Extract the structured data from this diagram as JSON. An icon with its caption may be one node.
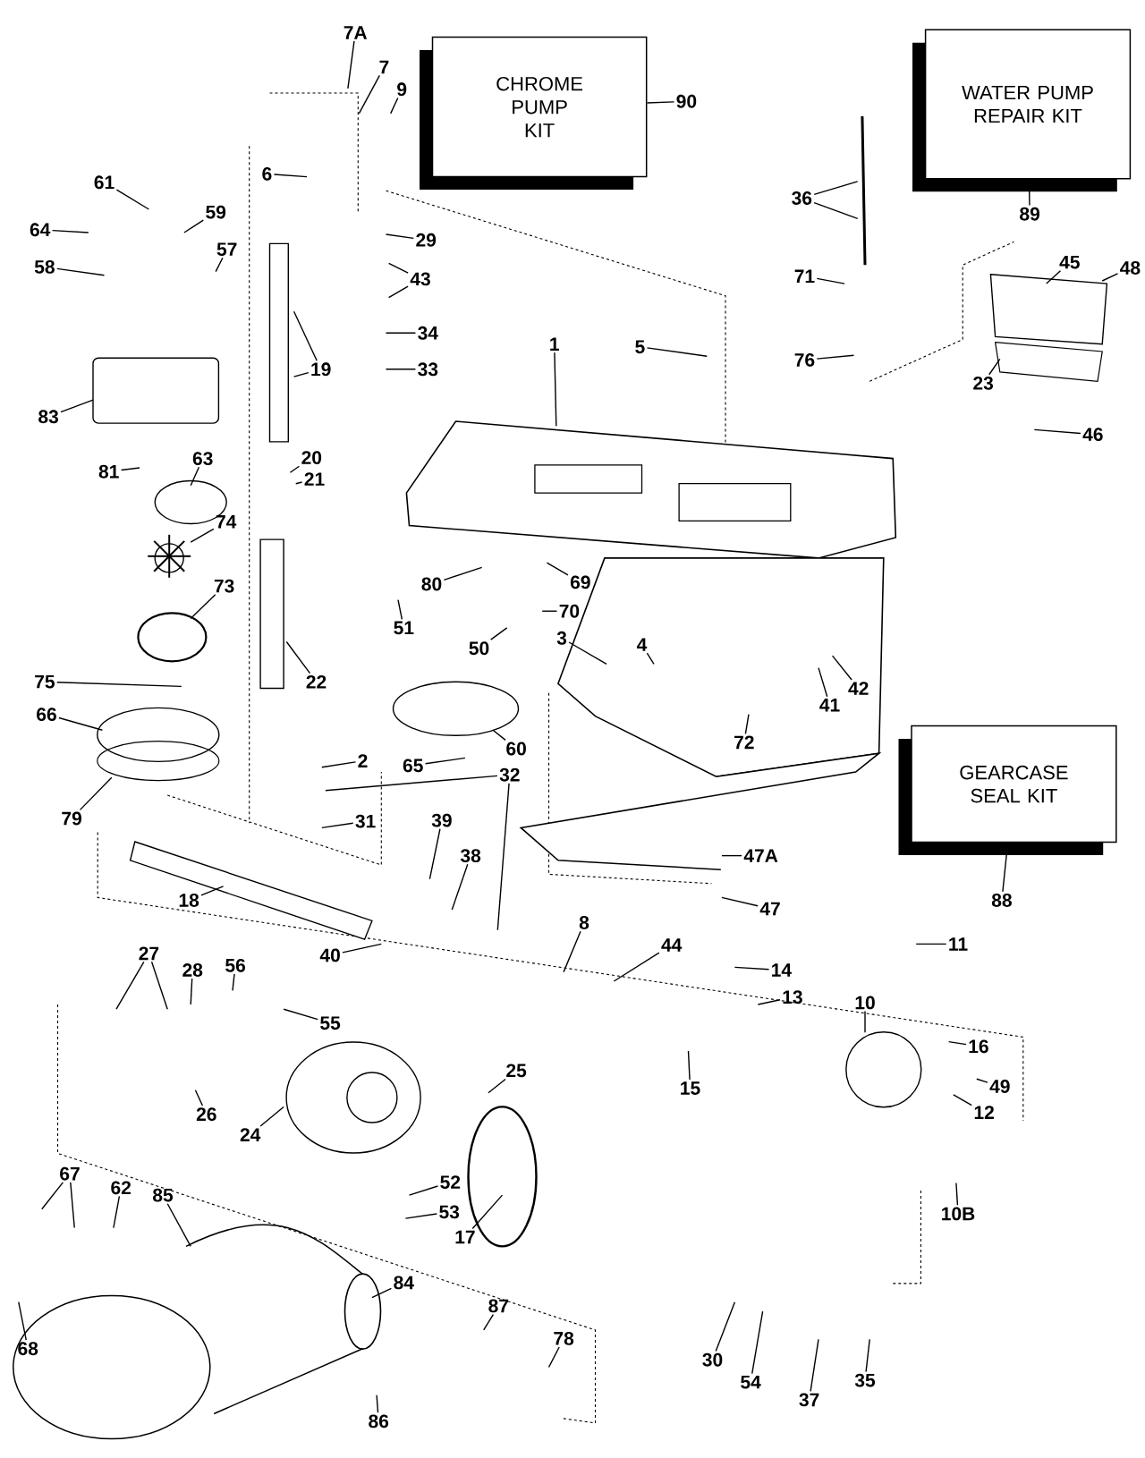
{
  "diagram": {
    "nodes": [
      {
        "text": [
          "CHROME PUMP KIT"
        ]
      },
      {
        "text": [
          "WATER PUMP REPAIR KIT"
        ]
      },
      {
        "text": [
          "GEARCASE SEAL KIT"
        ]
      },
      {
        "text": [
          "7A"
        ]
      },
      {
        "text": [
          "7"
        ]
      },
      {
        "text": [
          "9"
        ]
      },
      {
        "text": [
          "90"
        ]
      },
      {
        "text": [
          "61"
        ]
      },
      {
        "text": [
          "6"
        ]
      },
      {
        "text": [
          "64"
        ]
      },
      {
        "text": [
          "59"
        ]
      },
      {
        "text": [
          "29"
        ]
      },
      {
        "text": [
          "57"
        ]
      },
      {
        "text": [
          "58"
        ]
      },
      {
        "text": [
          "43"
        ]
      },
      {
        "text": [
          "34"
        ]
      },
      {
        "text": [
          "36"
        ]
      },
      {
        "text": [
          "89"
        ]
      },
      {
        "text": [
          "71"
        ]
      },
      {
        "text": [
          "45"
        ]
      },
      {
        "text": [
          "48"
        ]
      },
      {
        "text": [
          "1"
        ]
      },
      {
        "text": [
          "5"
        ]
      },
      {
        "text": [
          "76"
        ]
      },
      {
        "text": [
          "33"
        ]
      },
      {
        "text": [
          "19"
        ]
      },
      {
        "text": [
          "83"
        ]
      },
      {
        "text": [
          "23"
        ]
      },
      {
        "text": [
          "46"
        ]
      },
      {
        "text": [
          "20"
        ]
      },
      {
        "text": [
          "81"
        ]
      },
      {
        "text": [
          "63"
        ]
      },
      {
        "text": [
          "21"
        ]
      },
      {
        "text": [
          "74"
        ]
      },
      {
        "text": [
          "51"
        ]
      },
      {
        "text": [
          "80"
        ]
      },
      {
        "text": [
          "69"
        ]
      },
      {
        "text": [
          "70"
        ]
      },
      {
        "text": [
          "73"
        ]
      },
      {
        "text": [
          "50"
        ]
      },
      {
        "text": [
          "3"
        ]
      },
      {
        "text": [
          "4"
        ]
      },
      {
        "text": [
          "22"
        ]
      },
      {
        "text": [
          "75"
        ]
      },
      {
        "text": [
          "42"
        ]
      },
      {
        "text": [
          "41"
        ]
      },
      {
        "text": [
          "66"
        ]
      },
      {
        "text": [
          "72"
        ]
      },
      {
        "text": [
          "60"
        ]
      },
      {
        "text": [
          "2"
        ]
      },
      {
        "text": [
          "65"
        ]
      },
      {
        "text": [
          "32"
        ]
      },
      {
        "text": [
          "79"
        ]
      },
      {
        "text": [
          "31"
        ]
      },
      {
        "text": [
          "39"
        ]
      },
      {
        "text": [
          "47A"
        ]
      },
      {
        "text": [
          "38"
        ]
      },
      {
        "text": [
          "88"
        ]
      },
      {
        "text": [
          "18"
        ]
      },
      {
        "text": [
          "47"
        ]
      },
      {
        "text": [
          "8"
        ]
      },
      {
        "text": [
          "11"
        ]
      },
      {
        "text": [
          "44"
        ]
      },
      {
        "text": [
          "27"
        ]
      },
      {
        "text": [
          "40"
        ]
      },
      {
        "text": [
          "56"
        ]
      },
      {
        "text": [
          "14"
        ]
      },
      {
        "text": [
          "28"
        ]
      },
      {
        "text": [
          "13"
        ]
      },
      {
        "text": [
          "10"
        ]
      },
      {
        "text": [
          "55"
        ]
      },
      {
        "text": [
          "16"
        ]
      },
      {
        "text": [
          "25"
        ]
      },
      {
        "text": [
          "49"
        ]
      },
      {
        "text": [
          "15"
        ]
      },
      {
        "text": [
          "12"
        ]
      },
      {
        "text": [
          "26"
        ]
      },
      {
        "text": [
          "24"
        ]
      },
      {
        "text": [
          "67"
        ]
      },
      {
        "text": [
          "52"
        ]
      },
      {
        "text": [
          "62"
        ]
      },
      {
        "text": [
          "85"
        ]
      },
      {
        "text": [
          "53"
        ]
      },
      {
        "text": [
          "10B"
        ]
      },
      {
        "text": [
          "17"
        ]
      },
      {
        "text": [
          "84"
        ]
      },
      {
        "text": [
          "87"
        ]
      },
      {
        "text": [
          "78"
        ]
      },
      {
        "text": [
          "68"
        ]
      },
      {
        "text": [
          "30"
        ]
      },
      {
        "text": [
          "35"
        ]
      },
      {
        "text": [
          "54"
        ]
      },
      {
        "text": [
          "37"
        ]
      },
      {
        "text": [
          "86"
        ]
      }
    ],
    "edges": [
      {
        "from": 3,
        "to": null,
        "arrow": "none"
      },
      {
        "from": 4,
        "to": null,
        "arrow": "none"
      },
      {
        "from": 5,
        "to": null,
        "arrow": "none"
      },
      {
        "from": 6,
        "to": 0,
        "arrow": "none"
      },
      {
        "from": 7,
        "to": null,
        "arrow": "none"
      },
      {
        "from": 8,
        "to": null,
        "arrow": "none"
      },
      {
        "from": 9,
        "to": null,
        "arrow": "none"
      },
      {
        "from": 10,
        "to": null,
        "arrow": "none"
      },
      {
        "from": 11,
        "to": null,
        "arrow": "none"
      },
      {
        "from": 12,
        "to": null,
        "arrow": "none"
      },
      {
        "from": 13,
        "to": null,
        "arrow": "none"
      },
      {
        "from": 14,
        "to": null,
        "arrow": "none"
      },
      {
        "from": 14,
        "to": null,
        "arrow": "none"
      },
      {
        "from": 15,
        "to": null,
        "arrow": "none"
      },
      {
        "from": 16,
        "to": null,
        "arrow": "none"
      },
      {
        "from": 16,
        "to": null,
        "arrow": "none"
      },
      {
        "from": 17,
        "to": 1,
        "arrow": "none"
      },
      {
        "from": 18,
        "to": null,
        "arrow": "none"
      },
      {
        "from": 19,
        "to": null,
        "arrow": "none"
      },
      {
        "from": 20,
        "to": null,
        "arrow": "none"
      },
      {
        "from": 21,
        "to": null,
        "arrow": "none"
      },
      {
        "from": 22,
        "to": null,
        "arrow": "none"
      },
      {
        "from": 23,
        "to": null,
        "arrow": "none"
      },
      {
        "from": 24,
        "to": null,
        "arrow": "none"
      },
      {
        "from": 25,
        "to": null,
        "arrow": "none"
      },
      {
        "from": 25,
        "to": null,
        "arrow": "none"
      },
      {
        "from": 26,
        "to": null,
        "arrow": "none"
      },
      {
        "from": 27,
        "to": null,
        "arrow": "none"
      },
      {
        "from": 28,
        "to": null,
        "arrow": "none"
      },
      {
        "from": 29,
        "to": null,
        "arrow": "none"
      },
      {
        "from": 30,
        "to": null,
        "arrow": "none"
      },
      {
        "from": 31,
        "to": null,
        "arrow": "none"
      },
      {
        "from": 32,
        "to": null,
        "arrow": "none"
      },
      {
        "from": 33,
        "to": null,
        "arrow": "none"
      },
      {
        "from": 34,
        "to": null,
        "arrow": "none"
      },
      {
        "from": 35,
        "to": null,
        "arrow": "none"
      },
      {
        "from": 36,
        "to": null,
        "arrow": "none"
      },
      {
        "from": 37,
        "to": null,
        "arrow": "none"
      },
      {
        "from": 38,
        "to": null,
        "arrow": "none"
      },
      {
        "from": 39,
        "to": null,
        "arrow": "none"
      },
      {
        "from": 40,
        "to": null,
        "arrow": "none"
      },
      {
        "from": 41,
        "to": null,
        "arrow": "none"
      },
      {
        "from": 42,
        "to": null,
        "arrow": "none"
      },
      {
        "from": 43,
        "to": null,
        "arrow": "none"
      },
      {
        "from": 44,
        "to": null,
        "arrow": "none"
      },
      {
        "from": 45,
        "to": null,
        "arrow": "none"
      },
      {
        "from": 46,
        "to": null,
        "arrow": "none"
      },
      {
        "from": 47,
        "to": null,
        "arrow": "none"
      },
      {
        "from": 48,
        "to": null,
        "arrow": "none"
      },
      {
        "from": 49,
        "to": null,
        "arrow": "none"
      },
      {
        "from": 50,
        "to": null,
        "arrow": "none"
      },
      {
        "from": 51,
        "to": null,
        "arrow": "none"
      },
      {
        "from": 51,
        "to": null,
        "arrow": "none"
      },
      {
        "from": 52,
        "to": null,
        "arrow": "none"
      },
      {
        "from": 53,
        "to": null,
        "arrow": "none"
      },
      {
        "from": 54,
        "to": null,
        "arrow": "none"
      },
      {
        "from": 55,
        "to": null,
        "arrow": "none"
      },
      {
        "from": 56,
        "to": null,
        "arrow": "none"
      },
      {
        "from": 57,
        "to": 2,
        "arrow": "none"
      },
      {
        "from": 58,
        "to": null,
        "arrow": "none"
      },
      {
        "from": 59,
        "to": null,
        "arrow": "none"
      },
      {
        "from": 60,
        "to": null,
        "arrow": "none"
      },
      {
        "from": 61,
        "to": null,
        "arrow": "none"
      },
      {
        "from": 62,
        "to": null,
        "arrow": "none"
      },
      {
        "from": 63,
        "to": null,
        "arrow": "none"
      },
      {
        "from": 63,
        "to": null,
        "arrow": "none"
      },
      {
        "from": 64,
        "to": null,
        "arrow": "none"
      },
      {
        "from": 65,
        "to": null,
        "arrow": "none"
      },
      {
        "from": 66,
        "to": null,
        "arrow": "none"
      },
      {
        "from": 67,
        "to": null,
        "arrow": "none"
      },
      {
        "from": 68,
        "to": null,
        "arrow": "none"
      },
      {
        "from": 69,
        "to": null,
        "arrow": "none"
      },
      {
        "from": 70,
        "to": null,
        "arrow": "none"
      },
      {
        "from": 71,
        "to": null,
        "arrow": "none"
      },
      {
        "from": 72,
        "to": null,
        "arrow": "none"
      },
      {
        "from": 73,
        "to": null,
        "arrow": "none"
      },
      {
        "from": 74,
        "to": null,
        "arrow": "none"
      },
      {
        "from": 75,
        "to": null,
        "arrow": "none"
      },
      {
        "from": 76,
        "to": null,
        "arrow": "none"
      },
      {
        "from": 77,
        "to": null,
        "arrow": "none"
      },
      {
        "from": 78,
        "to": null,
        "arrow": "none"
      },
      {
        "from": 78,
        "to": null,
        "arrow": "none"
      },
      {
        "from": 79,
        "to": null,
        "arrow": "none"
      },
      {
        "from": 80,
        "to": null,
        "arrow": "none"
      },
      {
        "from": 81,
        "to": null,
        "arrow": "none"
      },
      {
        "from": 82,
        "to": null,
        "arrow": "none"
      },
      {
        "from": 83,
        "to": null,
        "arrow": "none"
      },
      {
        "from": 84,
        "to": null,
        "arrow": "none"
      },
      {
        "from": 85,
        "to": null,
        "arrow": "none"
      },
      {
        "from": 86,
        "to": null,
        "arrow": "none"
      },
      {
        "from": 87,
        "to": null,
        "arrow": "none"
      },
      {
        "from": 88,
        "to": null,
        "arrow": "none"
      },
      {
        "from": 89,
        "to": null,
        "arrow": "none"
      },
      {
        "from": 90,
        "to": null,
        "arrow": "none"
      },
      {
        "from": 91,
        "to": null,
        "arrow": "none"
      },
      {
        "from": 92,
        "to": null,
        "arrow": "none"
      },
      {
        "from": 93,
        "to": null,
        "arrow": "none"
      }
    ]
  }
}
